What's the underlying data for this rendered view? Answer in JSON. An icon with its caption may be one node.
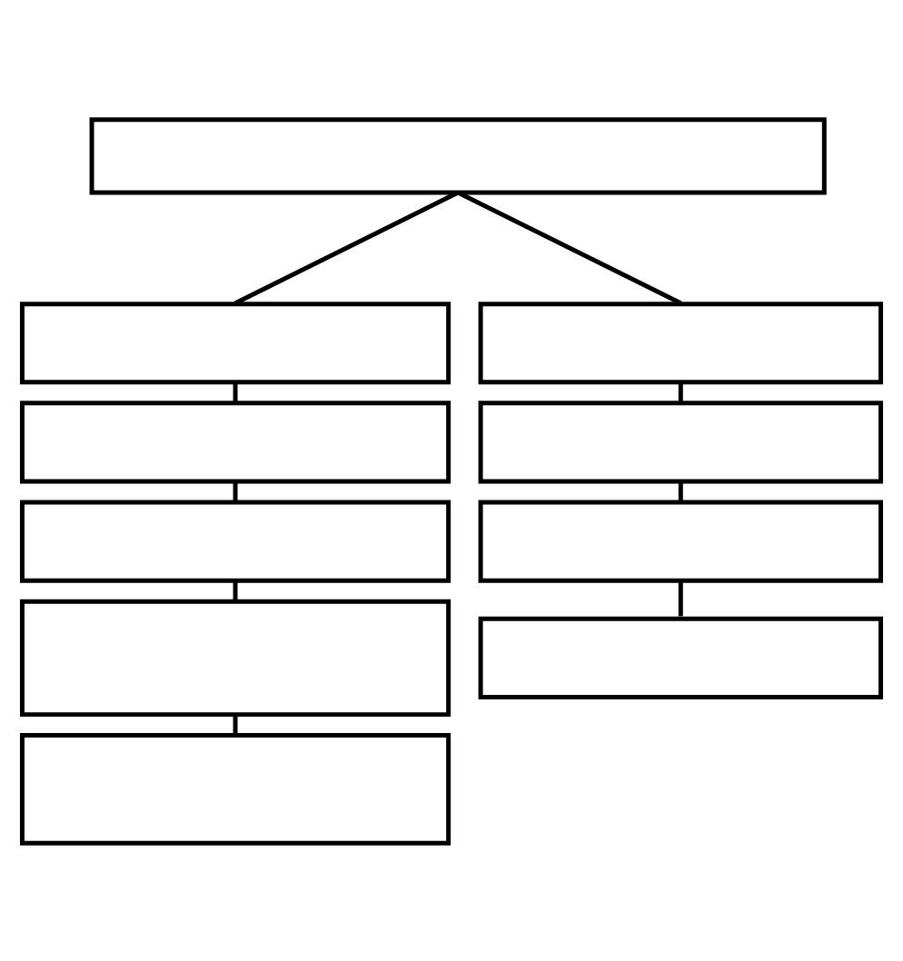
{
  "diagram": {
    "nodes": [
      {
        "text": [],
        "shape": "box"
      },
      {
        "text": [],
        "shape": "box"
      },
      {
        "text": [],
        "shape": "box"
      },
      {
        "text": [],
        "shape": "box"
      },
      {
        "text": [],
        "shape": "box"
      },
      {
        "text": [],
        "shape": "box"
      },
      {
        "text": [],
        "shape": "box"
      },
      {
        "text": [],
        "shape": "box"
      },
      {
        "text": [],
        "shape": "box"
      },
      {
        "text": [],
        "shape": "box"
      }
    ],
    "edges": [
      {
        "from": 0,
        "to": 1,
        "arrow": "none"
      },
      {
        "from": 0,
        "to": 6,
        "arrow": "none"
      },
      {
        "from": 1,
        "to": 2,
        "arrow": "none"
      },
      {
        "from": 2,
        "to": 3,
        "arrow": "none"
      },
      {
        "from": 3,
        "to": 4,
        "arrow": "none"
      },
      {
        "from": 4,
        "to": 5,
        "arrow": "none"
      },
      {
        "from": 6,
        "to": 7,
        "arrow": "none"
      },
      {
        "from": 7,
        "to": 8,
        "arrow": "none"
      },
      {
        "from": 8,
        "to": 9,
        "arrow": "none"
      }
    ]
  }
}
